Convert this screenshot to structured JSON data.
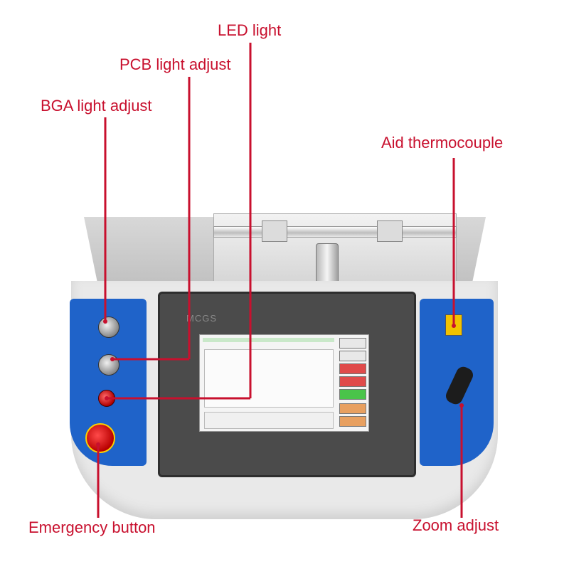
{
  "callouts": {
    "led_light": "LED light",
    "pcb_light_adjust": "PCB light adjust",
    "bga_light_adjust": "BGA light adjust",
    "aid_thermocouple": "Aid thermocouple",
    "emergency_button": "Emergency button",
    "zoom_adjust": "Zoom adjust"
  },
  "device": {
    "screen_brand": "MCGS"
  },
  "colors": {
    "callout": "#c8102e",
    "panel_blue": "#1f63c9",
    "led_red": "#d10000"
  }
}
